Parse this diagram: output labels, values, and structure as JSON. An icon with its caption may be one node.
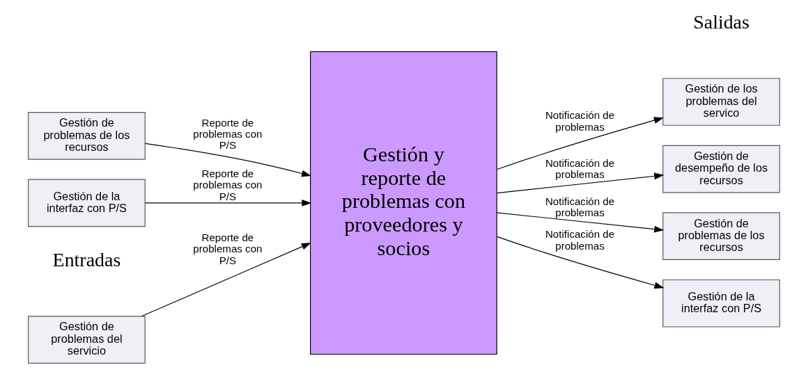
{
  "diagram": {
    "nodes": [
      {
        "text": [
          "Gestión de problemas del servicio"
        ]
      },
      {
        "text": [
          "Gestión de problemas de los recursos"
        ]
      },
      {
        "text": [
          "Gestión de la interfaz con P/S"
        ]
      },
      {
        "text": [
          "Gestión y reporte de problemas con proveedores y socios"
        ]
      },
      {
        "text": [
          "Gestión de los problemas del servico"
        ]
      },
      {
        "text": [
          "Gestión de desempeño de los recursos"
        ]
      },
      {
        "text": [
          "Gestión de problemas de los recursos"
        ]
      },
      {
        "text": [
          "Gestión de la interfaz con P/S"
        ]
      }
    ],
    "edges": [
      {
        "from": 0,
        "to": 3,
        "arrow": "to",
        "label": "Reporte de problemas con P/S"
      },
      {
        "from": 1,
        "to": 3,
        "arrow": "to",
        "label": "Reporte de problemas con P/S"
      },
      {
        "from": 2,
        "to": 3,
        "arrow": "to",
        "label": "Reporte de problemas con P/S"
      },
      {
        "from": 3,
        "to": 4,
        "arrow": "to",
        "label": "Notificación de problemas"
      },
      {
        "from": 3,
        "to": 5,
        "arrow": "to",
        "label": "Notificación de problemas"
      },
      {
        "from": 3,
        "to": 6,
        "arrow": "to",
        "label": "Notificación de problemas"
      },
      {
        "from": 3,
        "to": 7,
        "arrow": "to",
        "label": "Notificación de problemas"
      }
    ],
    "labels": [
      "Entradas",
      "Salidas"
    ]
  }
}
